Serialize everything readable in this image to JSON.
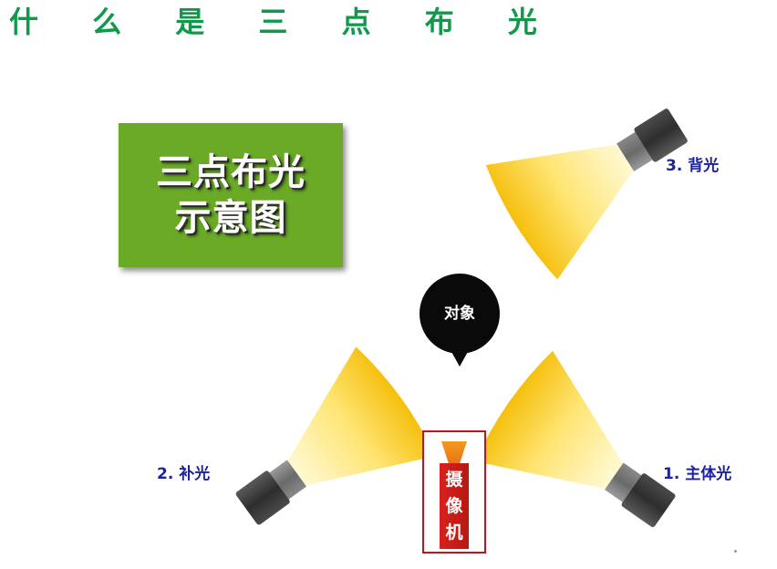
{
  "page": {
    "title": "什 么 是 三 点 布 光"
  },
  "diagram_box": {
    "line1": "三点布光",
    "line2": "示意图",
    "color": "#6aaa26"
  },
  "subject": {
    "label": "对象"
  },
  "camera": {
    "chars": [
      "摄",
      "像",
      "机"
    ],
    "border_color": "#c8111a"
  },
  "lights": [
    {
      "label": "1. 主体光",
      "icon": "spotlight-icon"
    },
    {
      "label": "2. 补光",
      "icon": "spotlight-icon"
    },
    {
      "label": "3. 背光",
      "icon": "spotlight-icon"
    }
  ],
  "colors": {
    "title": "#0f9a4a",
    "light_labels": "#1d22a0",
    "beam_inner": "#fff4b0",
    "beam_outer": "#f6c20e",
    "lamp_housing": "#3a3a3a"
  }
}
